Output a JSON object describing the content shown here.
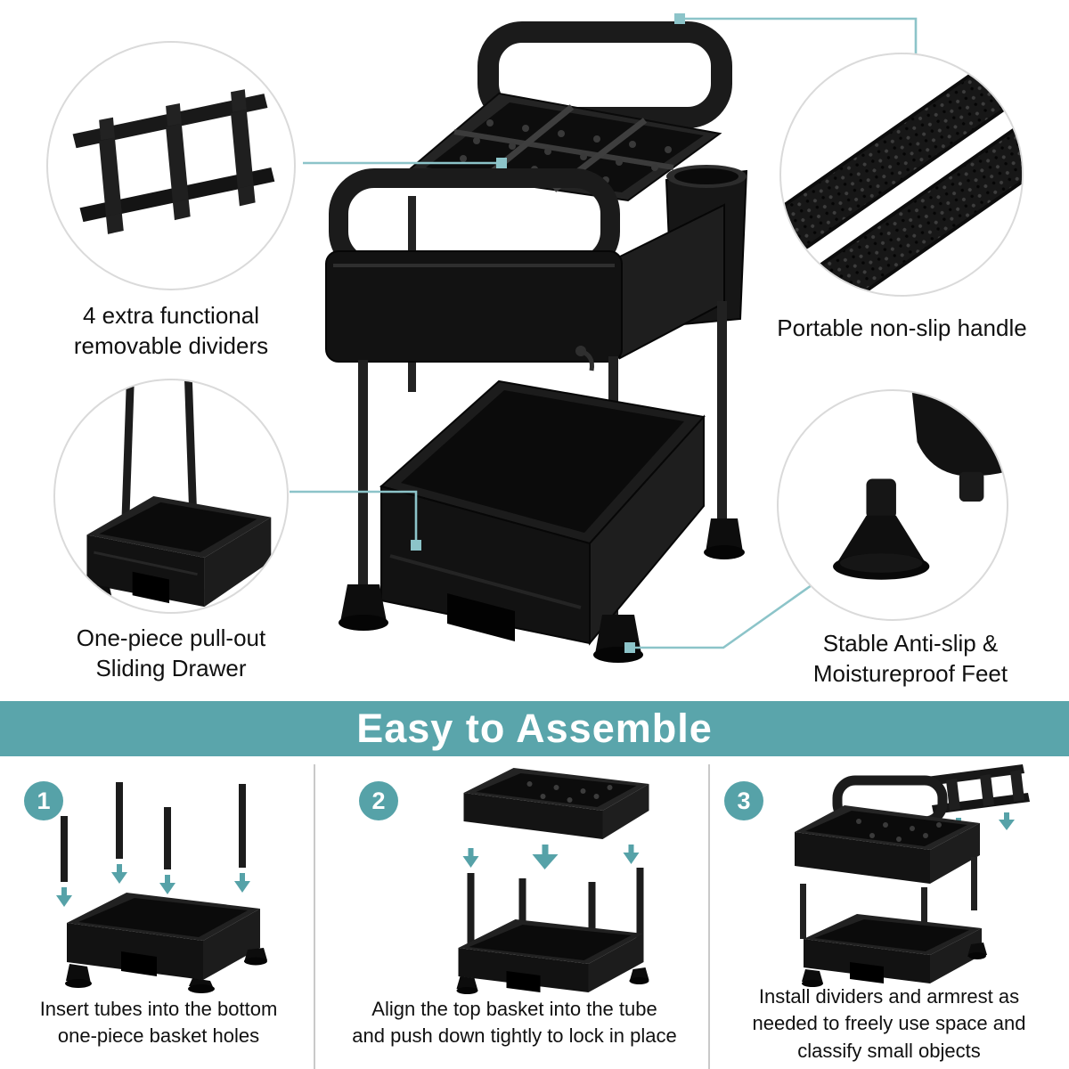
{
  "colors": {
    "accent": "#56a2a8",
    "accent_light": "#8cc4c9",
    "banner_bg": "#5aa5ab",
    "text": "#101010",
    "circle_border": "#dadada",
    "step_divider": "#c9c9c9",
    "product_black": "#141414"
  },
  "features": {
    "dividers": {
      "label": "4 extra functional\nremovable dividers"
    },
    "handle": {
      "label": "Portable non-slip handle"
    },
    "drawer": {
      "label": "One-piece pull-out\nSliding Drawer"
    },
    "feet": {
      "label": "Stable Anti-slip &\nMoistureproof Feet"
    }
  },
  "banner": {
    "title": "Easy to Assemble"
  },
  "steps": [
    {
      "number": "1",
      "caption": "Insert tubes into the bottom\none-piece basket holes"
    },
    {
      "number": "2",
      "caption": "Align the top basket into the tube\nand push down tightly to lock in place"
    },
    {
      "number": "3",
      "caption": "Install dividers and armrest as\nneeded to freely use space and\nclassify small objects"
    }
  ]
}
